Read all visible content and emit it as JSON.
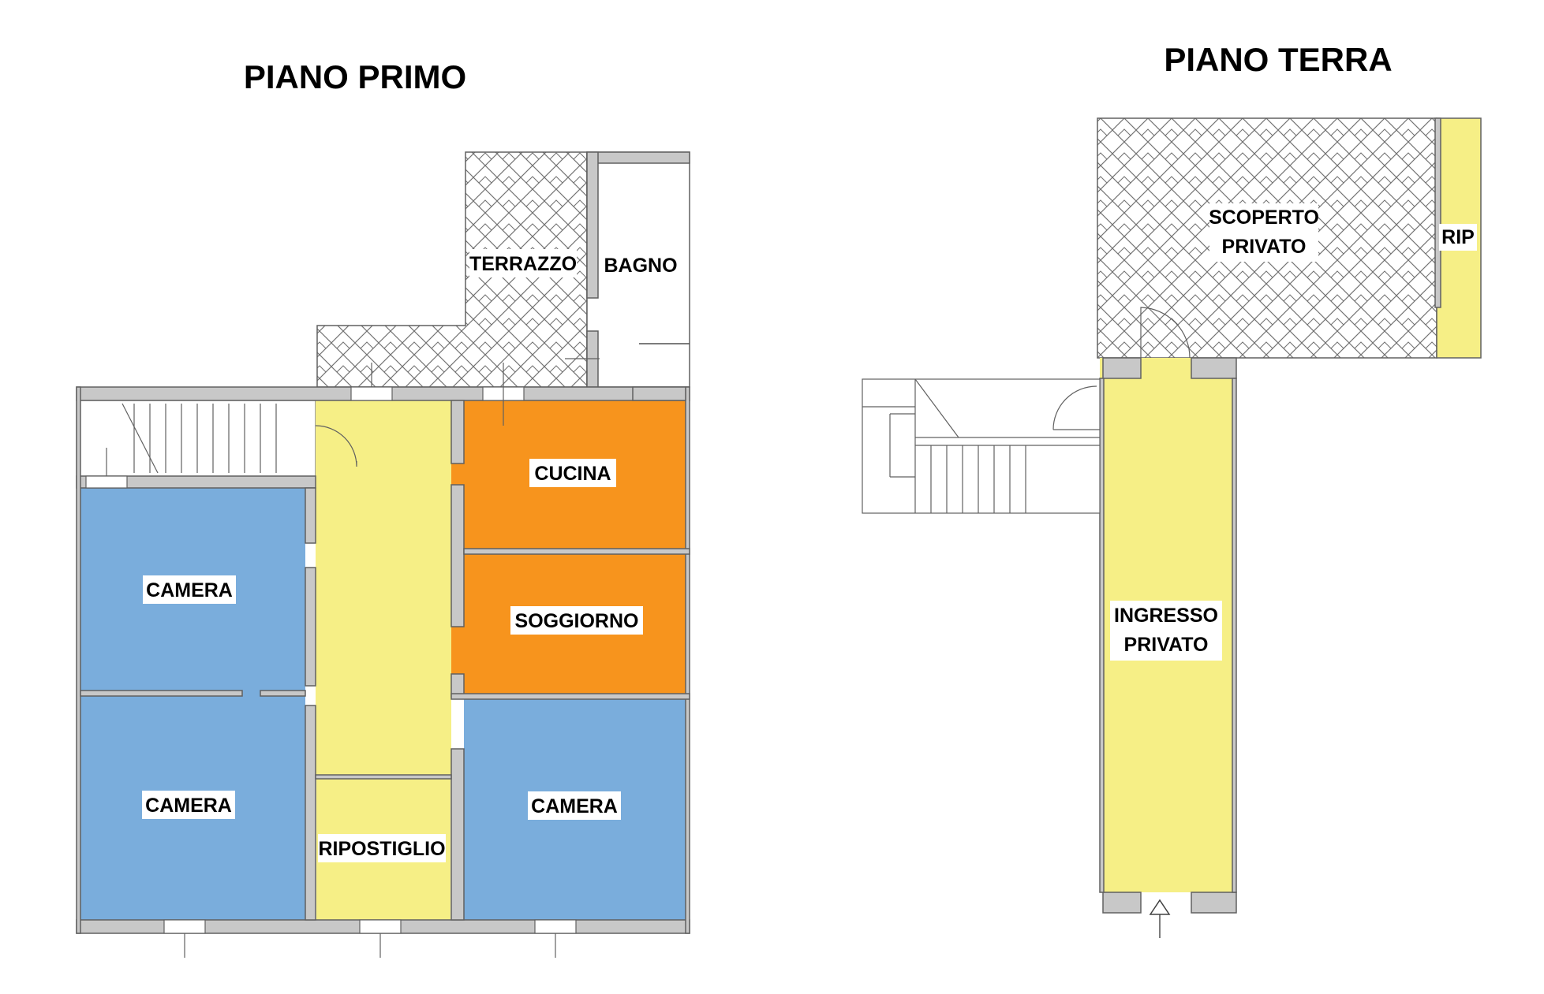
{
  "floors": [
    {
      "title": "PIANO PRIMO",
      "rooms": [
        {
          "label": "TERRAZZO",
          "fill": "hatch"
        },
        {
          "label": "BAGNO",
          "fill": "#ffffff"
        },
        {
          "label": "CUCINA",
          "fill": "#f7941d"
        },
        {
          "label": "SOGGIORNO",
          "fill": "#f7941d"
        },
        {
          "label": "CAMERA",
          "fill": "#7aaddc"
        },
        {
          "label": "CAMERA",
          "fill": "#7aaddc"
        },
        {
          "label": "CAMERA",
          "fill": "#7aaddc"
        },
        {
          "label": "RIPOSTIGLIO",
          "fill": "#f6ef86"
        }
      ]
    },
    {
      "title": "PIANO TERRA",
      "rooms": [
        {
          "label": "SCOPERTO",
          "label2": "PRIVATO",
          "fill": "hatch"
        },
        {
          "label": "RIP",
          "fill": "#f6ef86"
        },
        {
          "label": "INGRESSO",
          "label2": "PRIVATO",
          "fill": "#f6ef86"
        }
      ]
    }
  ],
  "colors": {
    "corridor": "#f6ef86",
    "kitchen_living": "#f7941d",
    "bedroom": "#7aaddc",
    "wall": "#c8c8c8",
    "hatch_line": "#707070"
  }
}
